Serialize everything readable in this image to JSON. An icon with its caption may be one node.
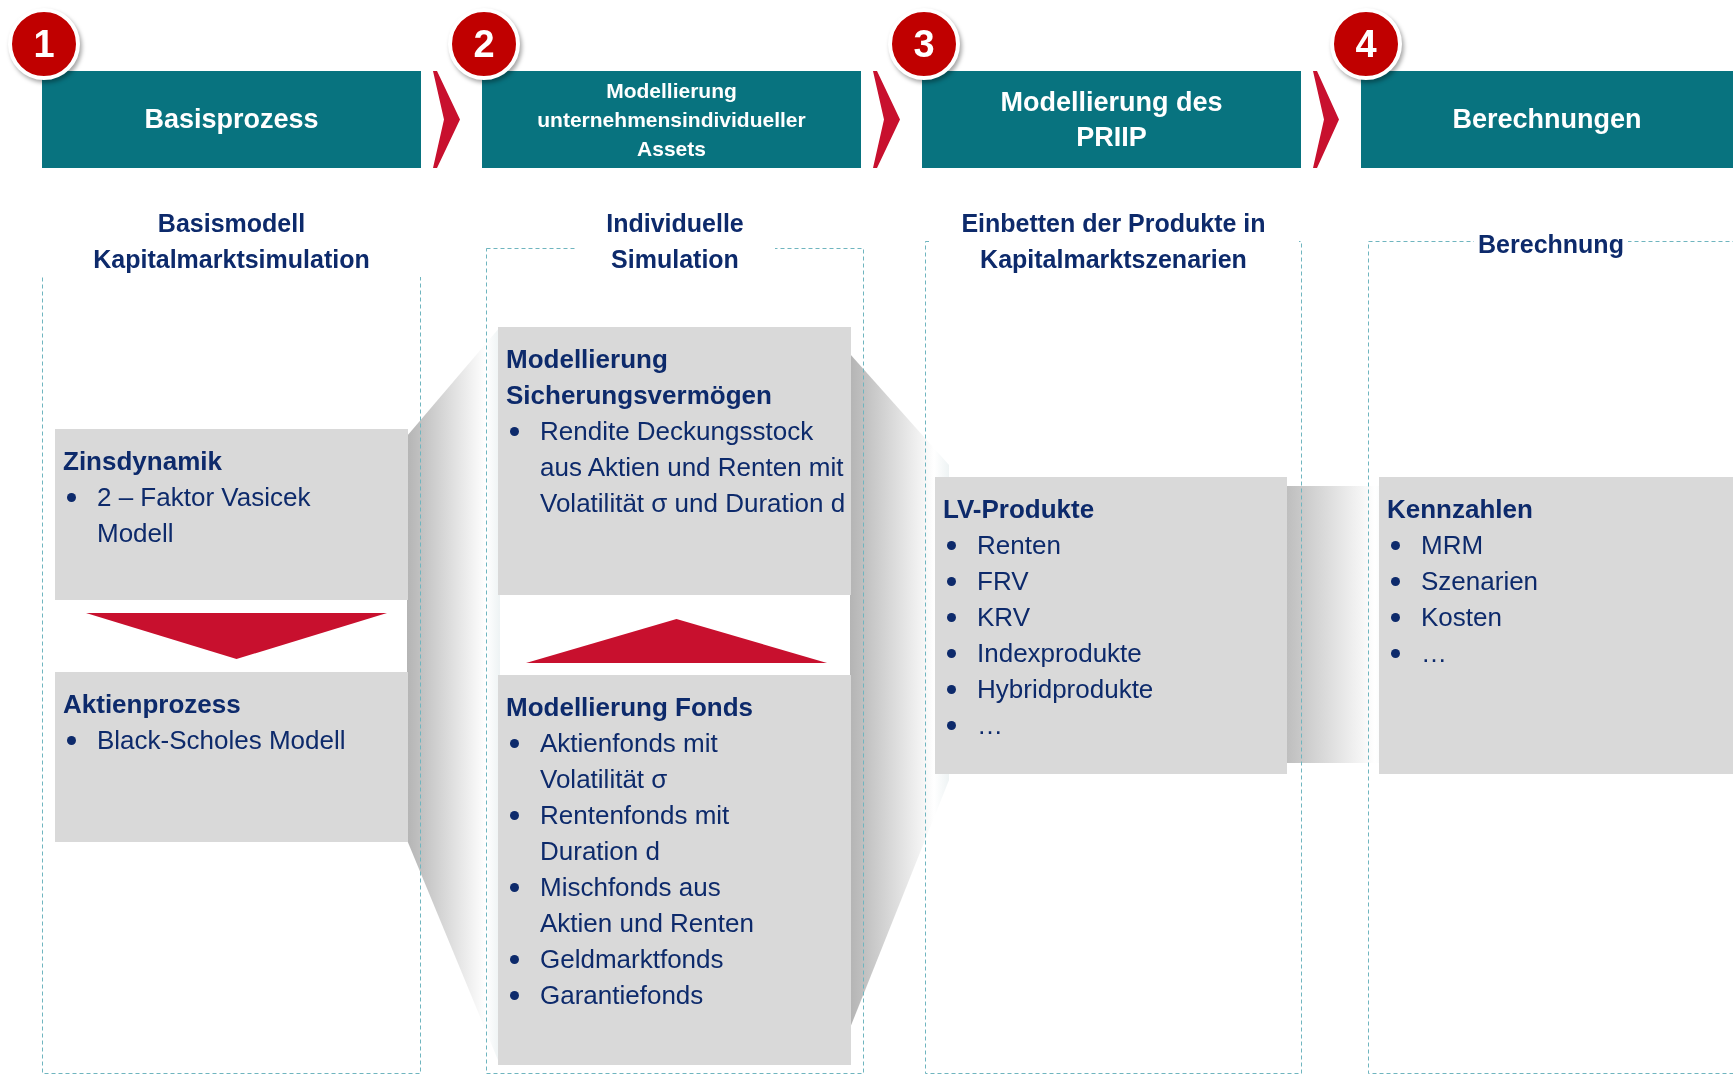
{
  "diagram": {
    "nodes": [
      {
        "text": [
          "1"
        ]
      },
      {
        "text": [
          "Basisprozess"
        ]
      },
      {
        "text": [
          "2"
        ]
      },
      {
        "text": [
          "Modellierung unternehmensindividueller Assets"
        ]
      },
      {
        "text": [
          "3"
        ]
      },
      {
        "text": [
          "Modellierung des PRIIP"
        ]
      },
      {
        "text": [
          "4"
        ]
      },
      {
        "text": [
          "Berechnungen"
        ]
      },
      {
        "text": [
          "Basismodell Kapitalmarktsimulation"
        ]
      },
      {
        "text": [
          "Zinsdynamik",
          "2 – Faktor Vasicek Modell"
        ],
        "in": 8
      },
      {
        "text": [
          "Aktienprozess",
          "Black-Scholes Modell"
        ],
        "in": 8
      },
      {
        "text": [
          "Individuelle Simulation"
        ]
      },
      {
        "text": [
          "Modellierung Sicherungsvermögen",
          "Rendite Deckungsstock aus Aktien und Renten mit Volatilität σ und Duration d"
        ],
        "in": 11
      },
      {
        "text": [
          "Modellierung Fonds",
          "Aktienfonds mit Volatilität σ",
          "Rentenfonds mit Duration d",
          "Mischfonds aus Aktien und Renten",
          "Geldmarktfonds",
          "Garantiefonds"
        ],
        "in": 11
      },
      {
        "text": [
          "Einbetten der Produkte in Kapitalmarktszenarien"
        ]
      },
      {
        "text": [
          "LV-Produkte",
          "Renten",
          "FRV",
          "KRV",
          "Indexprodukte",
          "Hybridprodukte",
          "…"
        ],
        "in": 14
      },
      {
        "text": [
          "Berechnung"
        ]
      },
      {
        "text": [
          "Kennzahlen",
          "MRM",
          "Szenarien",
          "Kosten",
          "…"
        ],
        "in": 16
      }
    ],
    "edges": [
      {
        "from": 1,
        "to": 3,
        "arrow": "to"
      },
      {
        "from": 3,
        "to": 5,
        "arrow": "to"
      },
      {
        "from": 5,
        "to": 7,
        "arrow": "to"
      },
      {
        "from": 9,
        "to": 10,
        "arrow": "to"
      },
      {
        "from": 13,
        "to": 12,
        "arrow": "to"
      },
      {
        "from": 8,
        "to": 11,
        "arrow": "none",
        "color": "#b4b4b4"
      },
      {
        "from": 11,
        "to": 15,
        "arrow": "none",
        "color": "#b4b4b4"
      },
      {
        "from": 15,
        "to": 17,
        "arrow": "none",
        "color": "#b4b4b4"
      }
    ]
  }
}
